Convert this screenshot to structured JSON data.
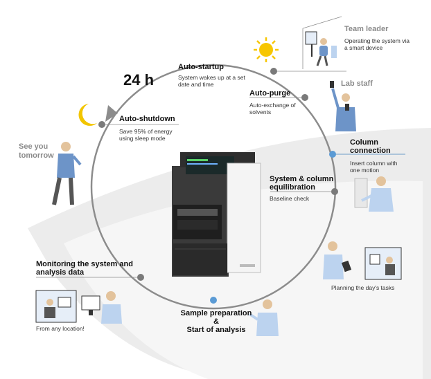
{
  "cycle_label": "24 h",
  "steps": {
    "auto_startup": {
      "title": "Auto-startup",
      "desc": "System wakes up at a set date and time"
    },
    "auto_purge": {
      "title": "Auto-purge",
      "desc": "Auto-exchange of solvents"
    },
    "column_connection": {
      "title": "Column connection",
      "desc": "Insert column with one motion"
    },
    "equilibration": {
      "title": "System & column equilibration",
      "desc": "Baseline check"
    },
    "sample_prep": {
      "title_1": "Sample preparation",
      "amp": "&",
      "title_2": "Start of analysis"
    },
    "monitoring": {
      "title": "Monitoring the system and analysis data",
      "caption": "From any location!"
    },
    "auto_shutdown": {
      "title": "Auto-shutdown",
      "desc": "Save 95% of energy using sleep mode"
    }
  },
  "people": {
    "team_leader": {
      "title": "Team leader",
      "desc": "Operating the system via a smart device"
    },
    "lab_staff": {
      "title": "Lab staff"
    },
    "see_you": "See you tomorrow",
    "planning": "Planning the day's tasks"
  },
  "colors": {
    "circle": "#8c8c8c",
    "node_grey": "#7a7a7a",
    "node_blue": "#5b9bd5",
    "sun": "#f7c600",
    "moon": "#f2c500",
    "band": "#ececec",
    "shirt": "#6d94c8",
    "instrument": "#2b2b2b"
  }
}
